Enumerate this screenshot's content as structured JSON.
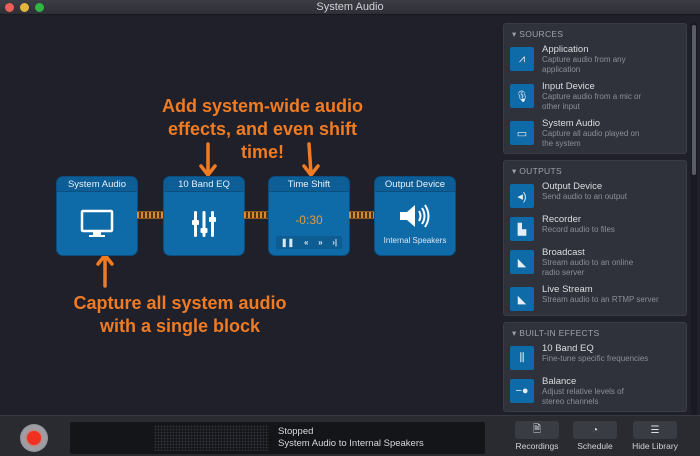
{
  "window": {
    "title": "System Audio"
  },
  "canvas": {
    "annotations": {
      "top": [
        "Add system-wide audio",
        "effects, and even shift time!"
      ],
      "bottom": [
        "Capture all system audio",
        "with a single block"
      ]
    },
    "blocks": [
      {
        "title": "System Audio",
        "icon": "monitor-icon"
      },
      {
        "title": "10 Band EQ",
        "icon": "eq-sliders-icon"
      },
      {
        "title": "Time Shift",
        "time": "-0:30",
        "controls": [
          "pause",
          "rewind",
          "fast-forward",
          "skip-to-end"
        ]
      },
      {
        "title": "Output Device",
        "icon": "speaker-icon",
        "label": "Internal Speakers"
      }
    ],
    "accent_color": "#f07b23",
    "block_color": "#0f6aa8"
  },
  "library": {
    "sections": [
      {
        "title": "SOURCES",
        "items": [
          {
            "title": "Application",
            "desc": [
              "Capture audio from any",
              "application"
            ],
            "icon": "app-store-icon"
          },
          {
            "title": "Input Device",
            "desc": [
              "Capture audio from a mic or",
              "other input"
            ],
            "icon": "microphone-icon"
          },
          {
            "title": "System Audio",
            "desc": [
              "Capture all audio played on",
              "the system"
            ],
            "icon": "monitor-icon"
          }
        ]
      },
      {
        "title": "OUTPUTS",
        "items": [
          {
            "title": "Output Device",
            "desc": [
              "Send audio to an output"
            ],
            "icon": "speaker-icon"
          },
          {
            "title": "Recorder",
            "desc": [
              "Record audio to files"
            ],
            "icon": "file-icon"
          },
          {
            "title": "Broadcast",
            "desc": [
              "Stream audio to an online",
              "radio server"
            ],
            "icon": "satellite-dish-icon"
          },
          {
            "title": "Live Stream",
            "desc": [
              "Stream audio to an RTMP server"
            ],
            "icon": "satellite-dish-icon"
          }
        ]
      },
      {
        "title": "BUILT-IN EFFECTS",
        "items": [
          {
            "title": "10 Band EQ",
            "desc": [
              "Fine-tune specific frequencies"
            ],
            "icon": "eq-sliders-icon"
          },
          {
            "title": "Balance",
            "desc": [
              "Adjust relative levels of",
              "stereo channels"
            ],
            "icon": "balance-slider-icon"
          }
        ]
      }
    ]
  },
  "bottombar": {
    "status": "Stopped",
    "route": "System Audio to Internal Speakers",
    "buttons": [
      {
        "label": "Recordings",
        "icon": "recordings-file-icon"
      },
      {
        "label": "Schedule",
        "icon": "clock-icon"
      },
      {
        "label": "Hide Library",
        "icon": "list-icon"
      }
    ]
  }
}
